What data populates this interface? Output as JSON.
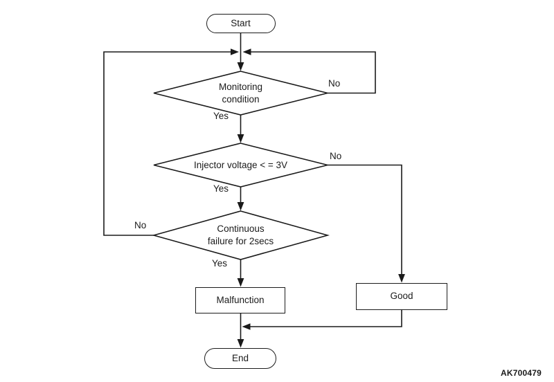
{
  "diagram": {
    "type": "flowchart",
    "figure_id": "AK700479",
    "colors": {
      "line": "#1a1a1a",
      "text": "#1a1a1a",
      "background": "#ffffff",
      "node_fill": "#ffffff"
    },
    "nodes": {
      "start": {
        "label": "Start",
        "shape": "terminator"
      },
      "monitoring_condition": {
        "label": "Monitoring\ncondition",
        "shape": "decision"
      },
      "injector_voltage": {
        "label": "Injector voltage < = 3V",
        "shape": "decision"
      },
      "continuous_failure": {
        "label": "Continuous\nfailure for 2secs",
        "shape": "decision"
      },
      "malfunction": {
        "label": "Malfunction",
        "shape": "process"
      },
      "good": {
        "label": "Good",
        "shape": "process"
      },
      "end": {
        "label": "End",
        "shape": "terminator"
      }
    },
    "edge_labels": {
      "monitoring_no": "No",
      "monitoring_yes": "Yes",
      "injector_no": "No",
      "injector_yes": "Yes",
      "continuous_no": "No",
      "continuous_yes": "Yes"
    },
    "edges": [
      {
        "from": "start",
        "to": "monitoring_condition",
        "label": ""
      },
      {
        "from": "monitoring_condition",
        "to": "junction_before_monitoring",
        "label": "No",
        "note": "loops back right and up"
      },
      {
        "from": "monitoring_condition",
        "to": "injector_voltage",
        "label": "Yes"
      },
      {
        "from": "injector_voltage",
        "to": "good",
        "label": "No"
      },
      {
        "from": "injector_voltage",
        "to": "continuous_failure",
        "label": "Yes"
      },
      {
        "from": "continuous_failure",
        "to": "junction_before_monitoring",
        "label": "No",
        "note": "loops back left and up"
      },
      {
        "from": "continuous_failure",
        "to": "malfunction",
        "label": "Yes"
      },
      {
        "from": "malfunction",
        "to": "end",
        "label": ""
      },
      {
        "from": "good",
        "to": "end",
        "label": ""
      }
    ]
  }
}
